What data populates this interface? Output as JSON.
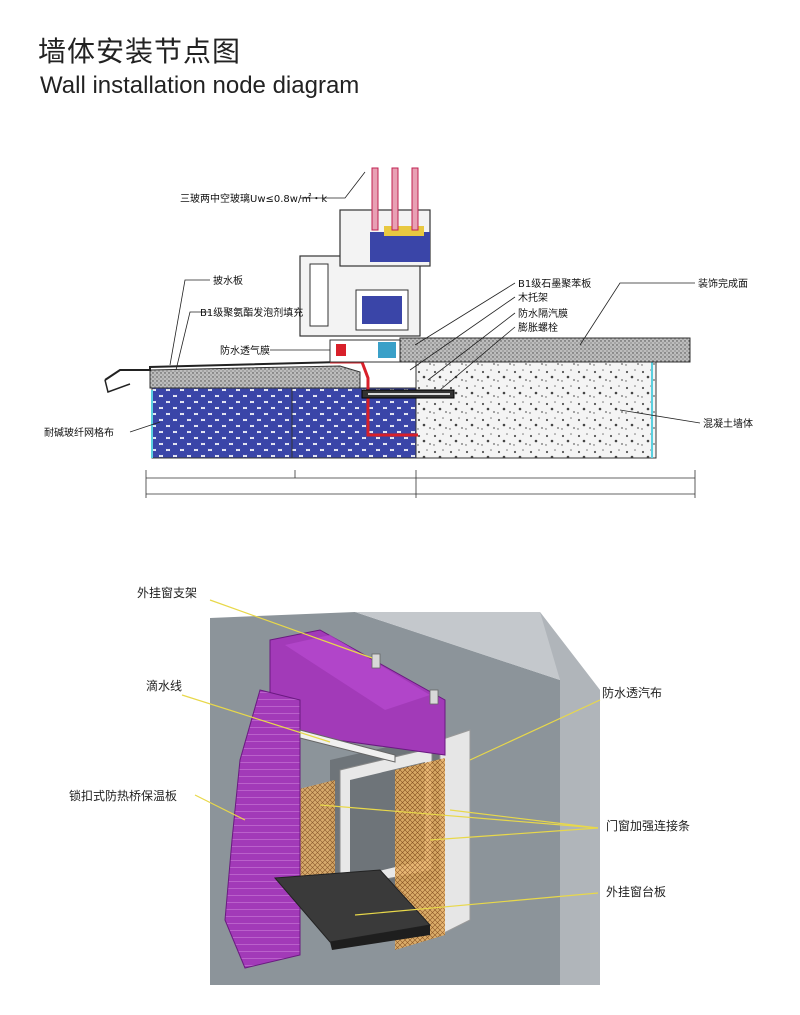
{
  "title_zh": "墙体安装节点图",
  "title_en": "Wall installation node diagram",
  "section_labels": {
    "glass": "三玻两中空玻璃Uw≤0.8w/㎡・k",
    "drip_board": "披水板",
    "pu_foam": "B1级聚氨酯发泡剂填充",
    "breathable_membrane": "防水透气膜",
    "mesh_cloth": "耐碱玻纤网格布",
    "graphite_eps": "B1级石墨聚苯板",
    "wood_bracket": "木托架",
    "vapor_barrier": "防水隔汽膜",
    "expansion_bolt": "膨胀螺栓",
    "finish_surface": "装饰完成面",
    "concrete_wall": "混凝土墙体"
  },
  "iso_labels": {
    "bracket": "外挂窗支架",
    "drip_line": "滴水线",
    "waterproof_cloth": "防水透汽布",
    "insulation_board": "锁扣式防热桥保温板",
    "connecting_strip": "门窗加强连接条",
    "sill_board": "外挂窗台板"
  },
  "colors": {
    "frame_red": "#d8202a",
    "glass_pink": "#e8a0b4",
    "eps_blue": "#3a45a8",
    "insulation_purple": "#9a2fb0",
    "concrete_gray": "#e6e6e6",
    "wall_gray": "#8c949a",
    "leader_yellow": "#e8d84a"
  }
}
